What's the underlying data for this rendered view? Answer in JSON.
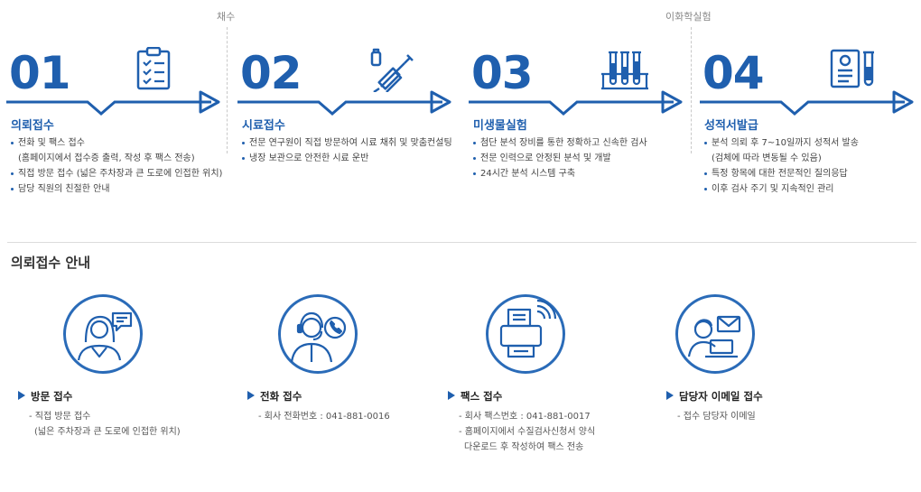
{
  "markers": {
    "sampling": "채수",
    "physchem": "이화학실험"
  },
  "steps": [
    {
      "num": "01",
      "title": "의뢰접수",
      "icon": "checklist-icon",
      "items": [
        "전화 및 팩스 접수",
        "(홈페이지에서 접수증 출력, 작성 후 팩스 전송)",
        "직접 방문 접수 (넓은 주차장과 큰 도로에 인접한 위치)",
        "담당 직원의 친절한 안내"
      ]
    },
    {
      "num": "02",
      "title": "시료접수",
      "icon": "syringe-icon",
      "items": [
        "전문 연구원이 직접 방문하여 시료 채취 및 맞춤컨설팅",
        "냉장 보관으로 안전한 시료 운반"
      ]
    },
    {
      "num": "03",
      "title": "미생물실험",
      "icon": "test-tubes-icon",
      "items": [
        "첨단 분석 장비를 통한 정확하고 신속한 검사",
        "전문 인력으로 안정된 분석 및 개발",
        "24시간 분석 시스템 구축"
      ]
    },
    {
      "num": "04",
      "title": "성적서발급",
      "icon": "report-icon",
      "items": [
        "분석 의뢰 후 7~10일까지 성적서 발송",
        "(검체에 따라 변동될 수 있음)",
        "특정 항목에 대한 전문적인 질의응답",
        "이후 검사 주기 및 지속적인 관리"
      ]
    }
  ],
  "section_title": "의뢰접수 안내",
  "contacts": [
    {
      "title": "방문 접수",
      "icon": "visitor-icon",
      "lines": [
        "- 직접 방문 접수",
        "  (넓은 주차장과 큰 도로에 인접한 위치)"
      ]
    },
    {
      "title": "전화 접수",
      "icon": "phone-agent-icon",
      "lines": [
        "- 회사 전화번호 : 041-881-0016"
      ]
    },
    {
      "title": "팩스 접수",
      "icon": "fax-icon",
      "lines": [
        "- 회사 팩스번호 : 041-881-0017",
        "- 홈페이지에서 수질검사신청서 양식",
        "  다운로드 후 작성하여 팩스 전송"
      ]
    },
    {
      "title": "담당자 이메일 접수",
      "icon": "email-icon",
      "lines": [
        "- 접수 담당자 이메일"
      ]
    }
  ],
  "colors": {
    "accent": "#1f5fae",
    "circle": "#2a6bb8"
  }
}
